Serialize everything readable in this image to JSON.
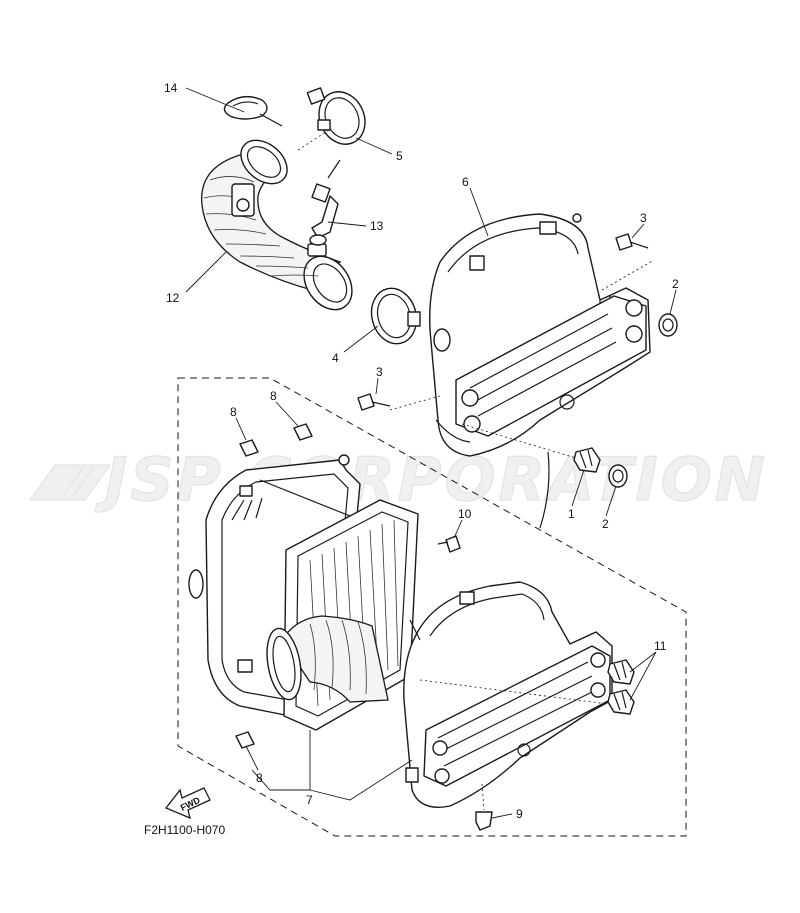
{
  "diagram": {
    "watermark": "JSP CORPORATION",
    "figure_code": "F2H1100-H070",
    "fwd_label": "FWD",
    "callouts": [
      "14",
      "5",
      "13",
      "6",
      "3",
      "2",
      "12",
      "4",
      "3",
      "8",
      "8",
      "1",
      "2",
      "10",
      "11",
      "8",
      "7",
      "9"
    ]
  },
  "colors": {
    "line": "#1a1a1a",
    "background": "#ffffff",
    "watermark": "#e3e3e3"
  }
}
